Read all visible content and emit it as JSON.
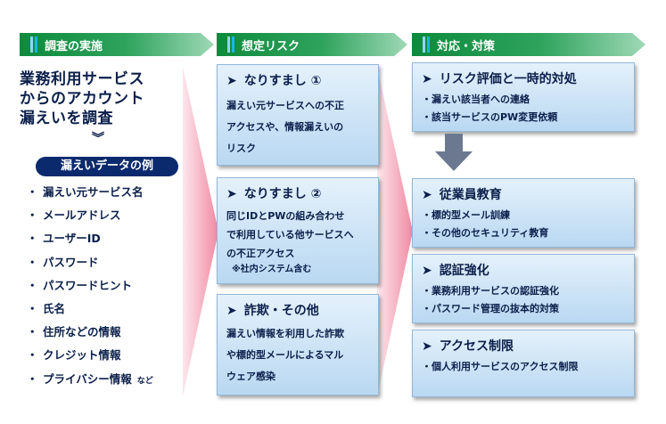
{
  "headers": [
    "調査の実施",
    "想定リスク",
    "対応・対策"
  ],
  "left": {
    "title_lines": [
      "業務利用サービス",
      "からのアカウント",
      "漏えいを調査"
    ],
    "chevron": "︾",
    "pill": "漏えいデータの例",
    "items": [
      "漏えい元サービス名",
      "メールアドレス",
      "ユーザーID",
      "パスワード",
      "パスワードヒント",
      "氏名",
      "住所などの情報",
      "クレジット情報",
      "プライバシー情報"
    ],
    "last_item_suffix": "など"
  },
  "risks": [
    {
      "title": "なりすまし ①",
      "lines": [
        "漏えい元サービスへの不正",
        "アクセスや、情報漏えいの",
        "リスク"
      ],
      "note": ""
    },
    {
      "title": "なりすまし ②",
      "lines": [
        "同じIDとPWの組み合わせ",
        "で利用している他サービスへ",
        "の不正アクセス"
      ],
      "note": "※社内システム含む"
    },
    {
      "title": "詐欺・その他",
      "lines": [
        "漏えい情報を利用した詐欺",
        "や標的型メールによるマル",
        "ウェア感染"
      ],
      "note": ""
    }
  ],
  "actions": [
    {
      "title": "リスク評価と一時的対処",
      "lines": [
        "・漏えい該当者への連絡",
        "・該当サービスのPW変更依頼"
      ]
    },
    {
      "title": "従業員教育",
      "lines": [
        "・標的型メール訓練",
        "・その他のセキュリティ教育"
      ]
    },
    {
      "title": "認証強化",
      "lines": [
        "・業務利用サービスの認証強化",
        "・パスワード管理の抜本的対策"
      ]
    },
    {
      "title": "アクセス制限",
      "lines": [
        "・個人利用サービスのアクセス制限"
      ]
    }
  ],
  "icons": {
    "triangle": "➤",
    "down_arrow": "down-arrow-icon"
  },
  "colors": {
    "header_start": "#0d8a3c",
    "header_end": "#7fc8a0",
    "navy": "#0b1f4b",
    "pill": "#0b2a6e",
    "pink": "#f4a6b6",
    "card_top": "#e4f1fb",
    "card_bottom": "#b9d8f2",
    "arrow_gray": "#6b7890"
  }
}
